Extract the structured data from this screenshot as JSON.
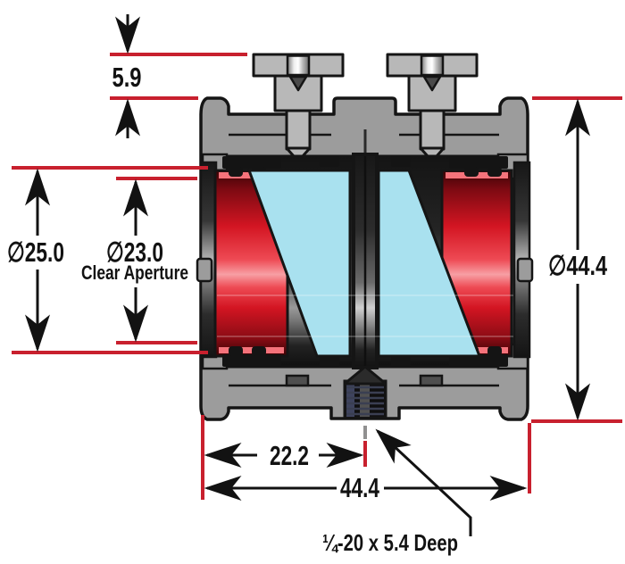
{
  "title": "Mounted prism pair housing cross-section drawing",
  "colors": {
    "dimension_red": "#c8202e",
    "body_gray": "#9c9c9c",
    "screw_gray": "#b8b8b8",
    "outline_black": "#151515",
    "prism_cyan": "#a9e1ef",
    "holder_red": "#d31522",
    "thread_blue": "#6670a0"
  },
  "dims": {
    "screw_height": "5.9",
    "outer_dia": "∅25.0",
    "clear_aperture_dia": "∅23.0",
    "clear_aperture_caption": "Clear Aperture",
    "housing_dia": "∅44.4",
    "hole_offset": "22.2",
    "overall_length": "44.4",
    "tapped_hole": "¼-20 x 5.4 Deep"
  }
}
